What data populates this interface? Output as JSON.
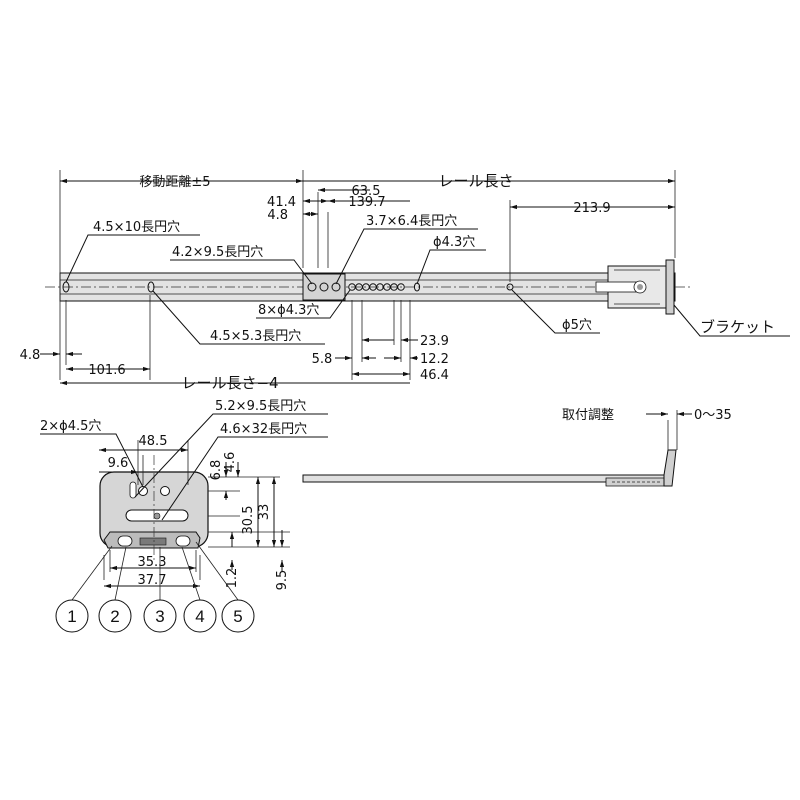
{
  "top_view": {
    "dim_travel": "移動距離±5",
    "dim_rail_length": "レール長さ",
    "dim_63_5": "63.5",
    "dim_41_4": "41.4",
    "dim_139_7": "139.7",
    "dim_4_8_top": "4.8",
    "dim_213_9": "213.9",
    "note_slot_4_5x10": "4.5×10長円穴",
    "note_slot_3_7x6_4": "3.7×6.4長円穴",
    "note_slot_4_2x9_5": "4.2×9.5長円穴",
    "note_hole_4_3": "ϕ4.3穴",
    "note_holes_8x4_3": "8×ϕ4.3穴",
    "note_slot_4_5x5_3": "4.5×5.3長円穴",
    "note_hole_5": "ϕ5穴",
    "note_bracket": "ブラケット",
    "dim_4_8_left": "4.8",
    "dim_101_6": "101.6",
    "dim_rail_length_minus_4": "レール長さ−4",
    "dim_23_9": "23.9",
    "dim_5_8": "5.8",
    "dim_12_2": "12.2",
    "dim_46_4": "46.4"
  },
  "end_view": {
    "note_2x4_5": "2×ϕ4.5穴",
    "note_5_2x9_5": "5.2×9.5長円穴",
    "note_4_6x32": "4.6×32長円穴",
    "dim_48_5": "48.5",
    "dim_9_6": "9.6",
    "dim_6_8": "6.8",
    "dim_4_6": "4.6",
    "dim_30_5": "30.5",
    "dim_33": "33",
    "dim_35_3": "35.3",
    "dim_37_7": "37.7",
    "dim_1_2": "1.2",
    "dim_9_5": "9.5"
  },
  "side_view": {
    "label_mount_adjust": "取付調整",
    "dim_0_35": "0〜35"
  },
  "callouts": [
    "1",
    "2",
    "3",
    "4",
    "5"
  ]
}
